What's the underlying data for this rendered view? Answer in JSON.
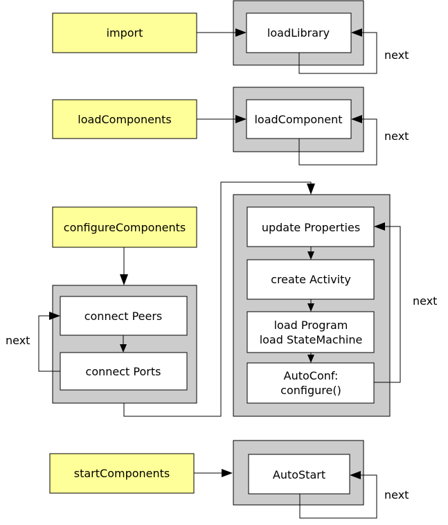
{
  "colors": {
    "action_fill": "#ffff99",
    "group_fill": "#cccccc",
    "step_fill": "#ffffff",
    "stroke": "#000000"
  },
  "import": {
    "action": "import",
    "step": "loadLibrary",
    "loop": "next"
  },
  "load_components": {
    "action": "loadComponents",
    "step": "loadComponent",
    "loop": "next"
  },
  "configure": {
    "action": "configureComponents",
    "peers_step": "connect Peers",
    "ports_step": "connect Ports",
    "left_loop": "next",
    "update_properties": "update Properties",
    "create_activity": "create Activity",
    "load_program_line1": "load Program",
    "load_program_line2": "load StateMachine",
    "autoconf_line1": "AutoConf:",
    "autoconf_line2": "configure()",
    "right_loop": "next"
  },
  "start_components": {
    "action": "startComponents",
    "step": "AutoStart",
    "loop": "next"
  }
}
